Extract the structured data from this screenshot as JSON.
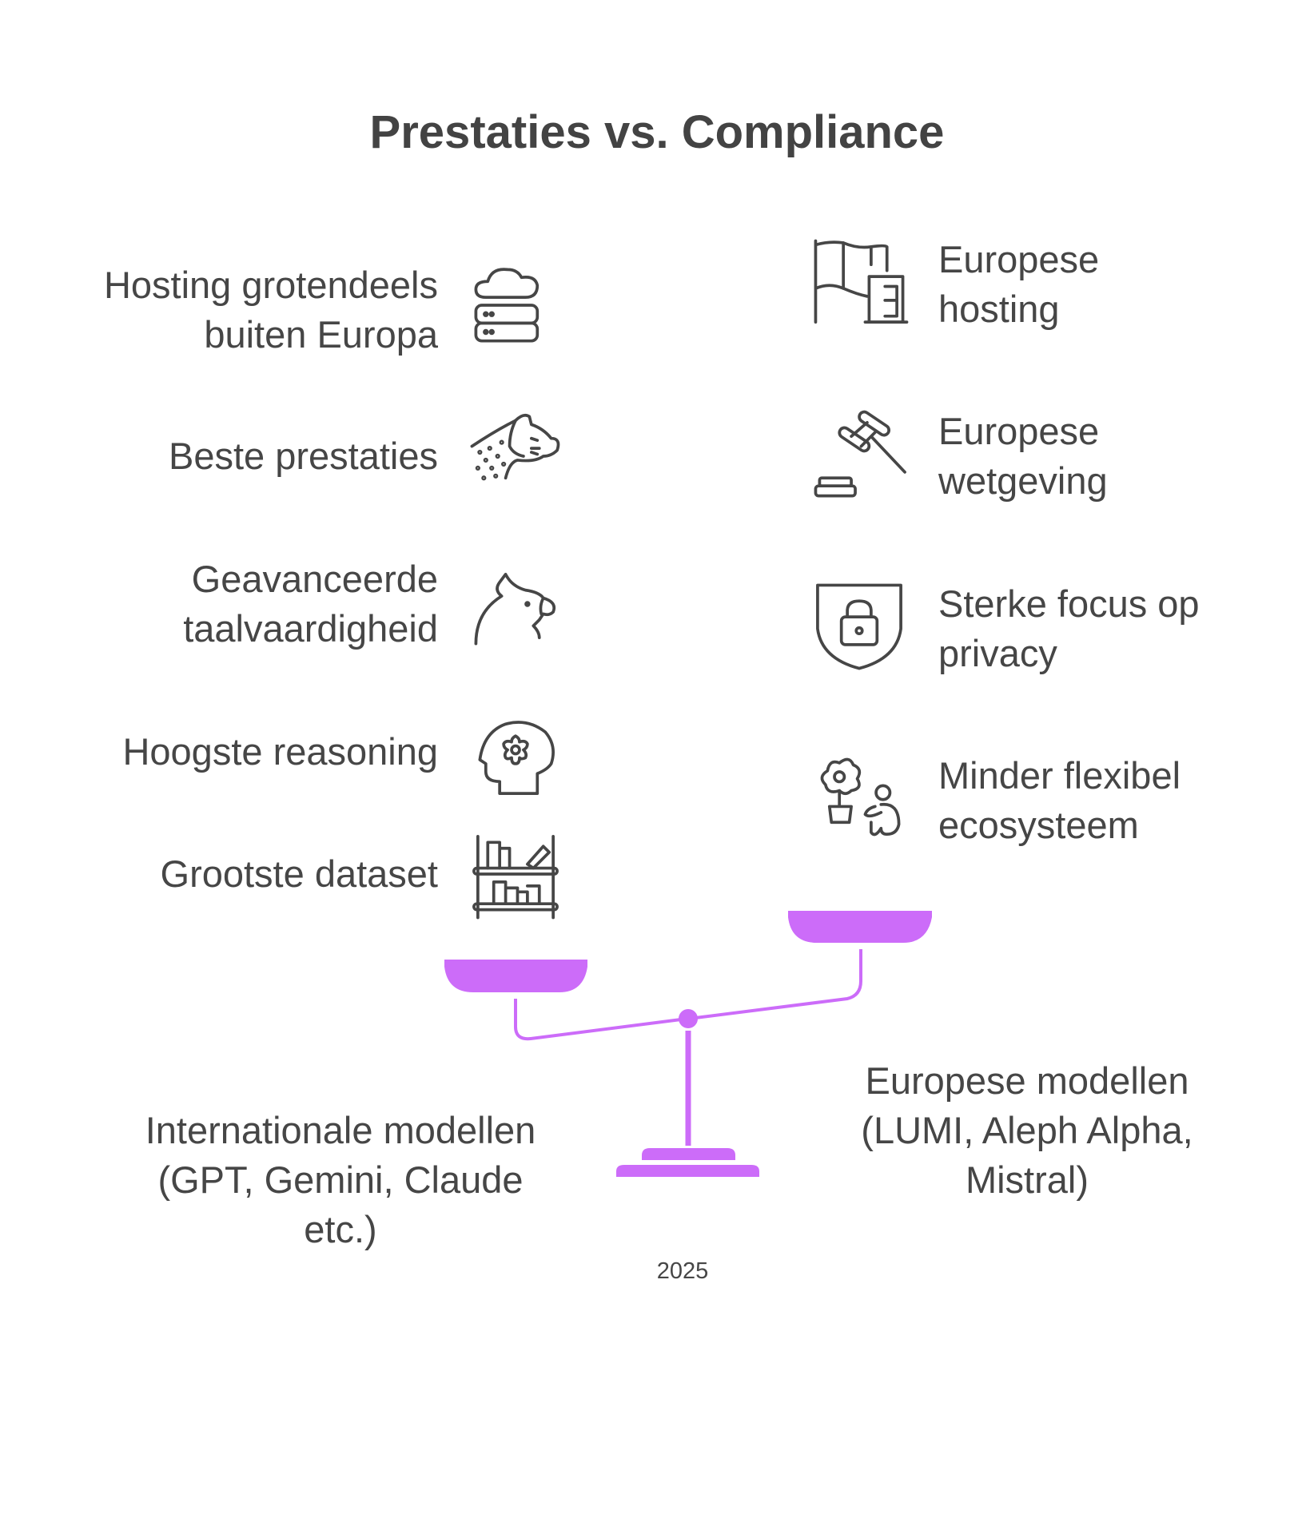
{
  "title": "Prestaties vs. Compliance",
  "left": {
    "items": [
      {
        "label_lines": [
          "Hosting grotendeels",
          "buiten Europa"
        ],
        "icon": "cloud-server-icon"
      },
      {
        "label_lines": [
          "Beste prestaties"
        ],
        "icon": "cheetah-icon"
      },
      {
        "label_lines": [
          "Geavanceerde",
          "taalvaardigheid"
        ],
        "icon": "parrot-icon"
      },
      {
        "label_lines": [
          "Hoogste reasoning"
        ],
        "icon": "head-gear-icon"
      },
      {
        "label_lines": [
          "Grootste dataset"
        ],
        "icon": "bookshelf-icon"
      }
    ],
    "caption_lines": [
      "Internationale modellen",
      "(GPT, Gemini, Claude",
      "etc.)"
    ]
  },
  "right": {
    "items": [
      {
        "label_lines": [
          "Europese",
          "hosting"
        ],
        "icon": "flag-building-icon"
      },
      {
        "label_lines": [
          "Europese",
          "wetgeving"
        ],
        "icon": "gavel-icon"
      },
      {
        "label_lines": [
          "Sterke focus op",
          "privacy"
        ],
        "icon": "shield-lock-icon"
      },
      {
        "label_lines": [
          "Minder flexibel",
          "ecosysteem"
        ],
        "icon": "plant-person-icon"
      }
    ],
    "caption_lines": [
      "Europese modellen",
      "(LUMI, Aleph Alpha,",
      "Mistral)"
    ]
  },
  "year": "2025",
  "colors": {
    "accent": "#CC6CF9",
    "text": "#464646"
  }
}
